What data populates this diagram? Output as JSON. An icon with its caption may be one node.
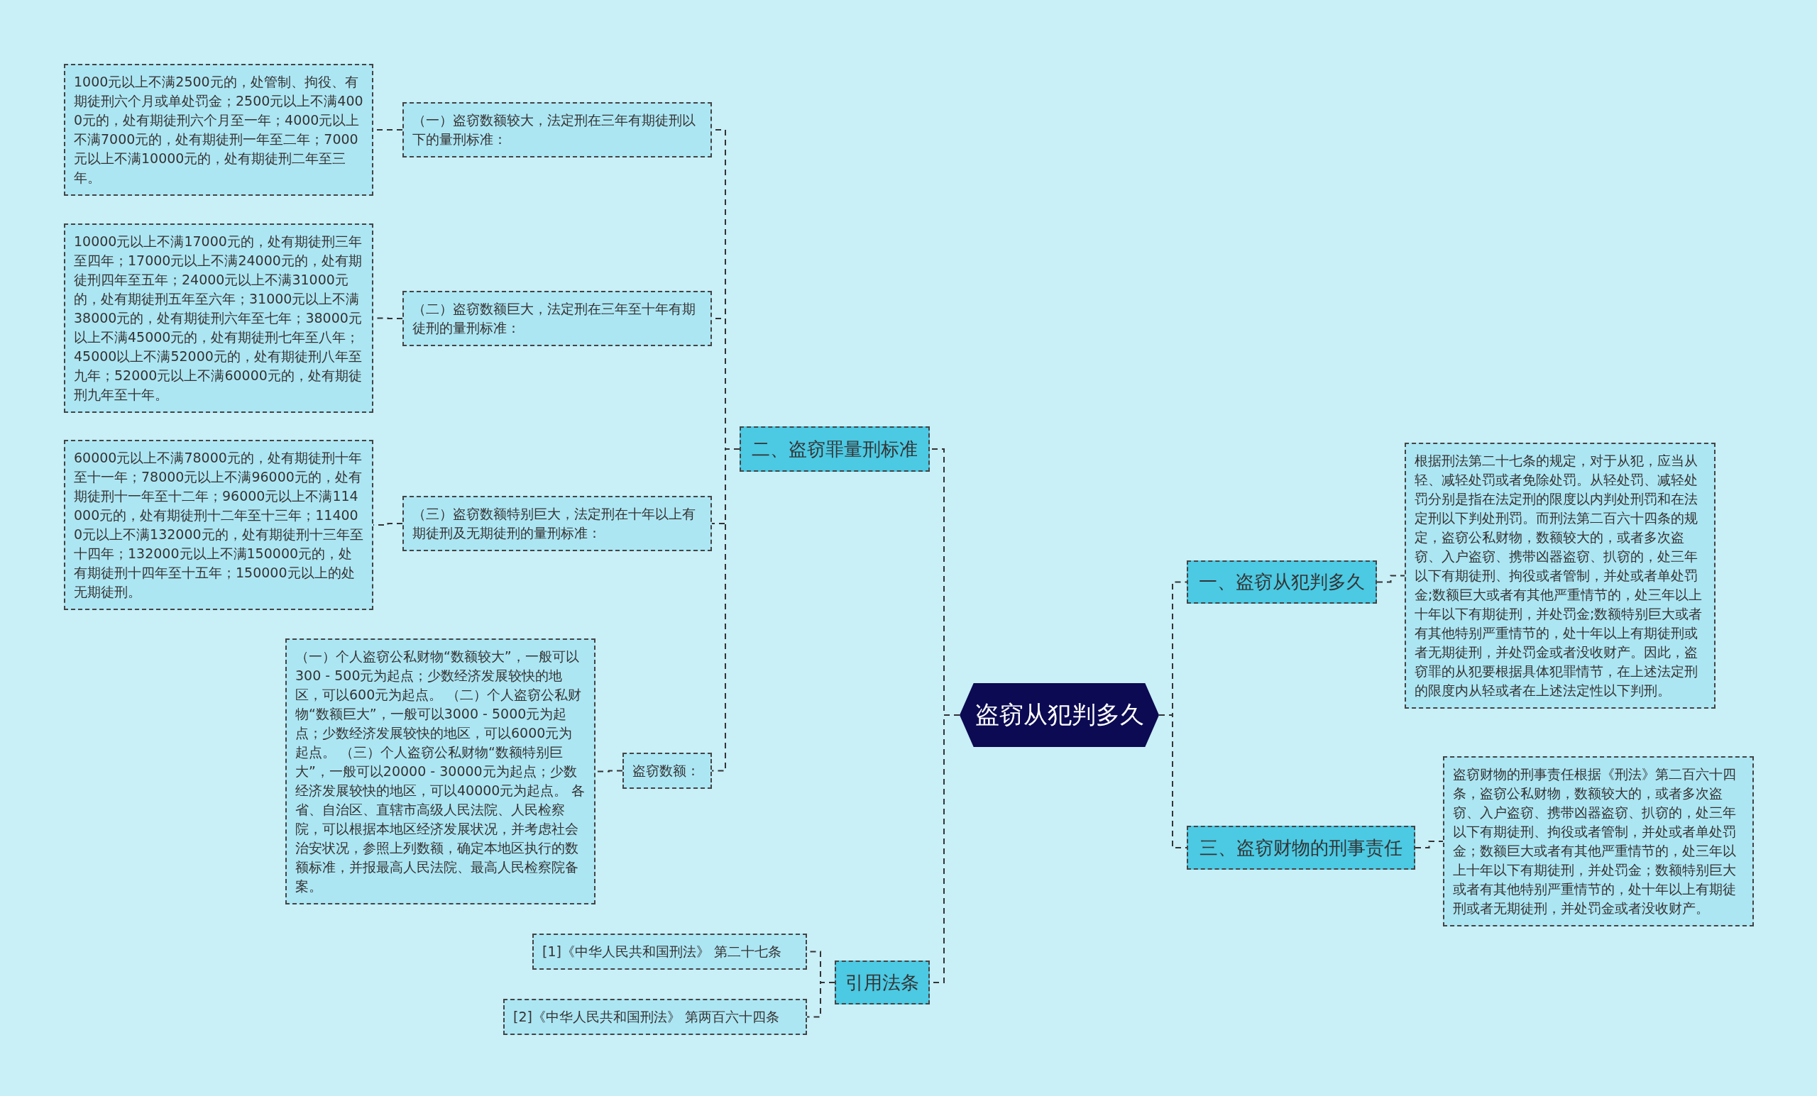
{
  "diagram": {
    "nodes": [
      {
        "text": [
          "盗窃从犯判多久"
        ]
      },
      {
        "text": [
          "二、盗窃罪量刑标准"
        ]
      },
      {
        "text": [
          "（一）盗窃数额较大，法定刑在三年有期徒刑以下的量刑标准："
        ]
      },
      {
        "text": [
          "1000元以上不满2500元的，处管制、拘役、有期徒刑六个月或单处罚金；2500元以上不满4000元的，处有期徒刑六个月至一年；4000元以上不满7000元的，处有期徒刑一年至二年；7000元以上不满10000元的，处有期徒刑二年至三年。"
        ]
      },
      {
        "text": [
          "（二）盗窃数额巨大，法定刑在三年至十年有期徒刑的量刑标准："
        ]
      },
      {
        "text": [
          "10000元以上不满17000元的，处有期徒刑三年至四年；17000元以上不满24000元的，处有期徒刑四年至五年；24000元以上不满31000元的，处有期徒刑五年至六年；31000元以上不满38000元的，处有期徒刑六年至七年；38000元以上不满45000元的，处有期徒刑七年至八年；45000以上不满52000元的，处有期徒刑八年至九年；52000元以上不满60000元的，处有期徒刑九年至十年。"
        ]
      },
      {
        "text": [
          "（三）盗窃数额特别巨大，法定刑在十年以上有期徒刑及无期徒刑的量刑标准："
        ]
      },
      {
        "text": [
          "60000元以上不满78000元的，处有期徒刑十年至十一年；78000元以上不满96000元的，处有期徒刑十一年至十二年；96000元以上不满114000元的，处有期徒刑十二年至十三年；114000元以上不满132000元的，处有期徒刑十三年至十四年；132000元以上不满150000元的，处有期徒刑十四年至十五年；150000元以上的处无期徒刑。"
        ]
      },
      {
        "text": [
          "盗窃数额："
        ]
      },
      {
        "text": [
          "（一）个人盗窃公私财物“数额较大”，一般可以300 - 500元为起点；少数经济发展较快的地区，可以600元为起点。 （二）个人盗窃公私财物“数额巨大”，一般可以3000 - 5000元为起点；少数经济发展较快的地区，可以6000元为起点。 （三）个人盗窃公私财物“数额特别巨大”，一般可以20000 - 30000元为起点；少数经济发展较快的地区，可以40000元为起点。 各省、自治区、直辖市高级人民法院、人民检察院，可以根据本地区经济发展状况，并考虑社会治安状况，参照上列数额，确定本地区执行的数额标准，并报最高人民法院、最高人民检察院备案。"
        ]
      },
      {
        "text": [
          "引用法条"
        ]
      },
      {
        "text": [
          "[1]《中华人民共和国刑法》 第二十七条"
        ]
      },
      {
        "text": [
          "[2]《中华人民共和国刑法》 第两百六十四条"
        ]
      },
      {
        "text": [
          "一、盗窃从犯判多久"
        ]
      },
      {
        "text": [
          "根据刑法第二十七条的规定，对于从犯，应当从轻、减轻处罚或者免除处罚。从轻处罚、减轻处罚分别是指在法定刑的限度以内判处刑罚和在法定刑以下判处刑罚。而刑法第二百六十四条的规定，盗窃公私财物，数额较大的，或者多次盗窃、入户盗窃、携带凶器盗窃、扒窃的，处三年以下有期徒刑、拘役或者管制，并处或者单处罚金;数额巨大或者有其他严重情节的，处三年以上十年以下有期徒刑，并处罚金;数额特别巨大或者有其他特别严重情节的，处十年以上有期徒刑或者无期徒刑，并处罚金或者没收财产。因此，盗窃罪的从犯要根据具体犯罪情节，在上述法定刑的限度内从轻或者在上述法定性以下判刑。"
        ]
      },
      {
        "text": [
          "三、盗窃财物的刑事责任"
        ]
      },
      {
        "text": [
          "盗窃财物的刑事责任根据《刑法》第二百六十四条，盗窃公私财物，数额较大的，或者多次盗窃、入户盗窃、携带凶器盗窃、扒窃的，处三年以下有期徒刑、拘役或者管制，并处或者单处罚金；数额巨大或者有其他严重情节的，处三年以上十年以下有期徒刑，并处罚金；数额特别巨大或者有其他特别严重情节的，处十年以上有期徒刑或者无期徒刑，并处罚金或者没收财产。"
        ]
      }
    ],
    "edges": [
      {
        "from": 0,
        "to": 1,
        "arrow": "none",
        "style": "dashed"
      },
      {
        "from": 1,
        "to": 2,
        "arrow": "none",
        "style": "dashed"
      },
      {
        "from": 2,
        "to": 3,
        "arrow": "none",
        "style": "dashed"
      },
      {
        "from": 1,
        "to": 4,
        "arrow": "none",
        "style": "dashed"
      },
      {
        "from": 4,
        "to": 5,
        "arrow": "none",
        "style": "dashed"
      },
      {
        "from": 1,
        "to": 6,
        "arrow": "none",
        "style": "dashed"
      },
      {
        "from": 6,
        "to": 7,
        "arrow": "none",
        "style": "dashed"
      },
      {
        "from": 1,
        "to": 8,
        "arrow": "none",
        "style": "dashed"
      },
      {
        "from": 8,
        "to": 9,
        "arrow": "none",
        "style": "dashed"
      },
      {
        "from": 0,
        "to": 10,
        "arrow": "none",
        "style": "dashed"
      },
      {
        "from": 10,
        "to": 11,
        "arrow": "none",
        "style": "dashed"
      },
      {
        "from": 10,
        "to": 12,
        "arrow": "none",
        "style": "dashed"
      },
      {
        "from": 0,
        "to": 13,
        "arrow": "none",
        "style": "dashed"
      },
      {
        "from": 13,
        "to": 14,
        "arrow": "none",
        "style": "dashed"
      },
      {
        "from": 0,
        "to": 15,
        "arrow": "none",
        "style": "dashed"
      },
      {
        "from": 15,
        "to": 16,
        "arrow": "none",
        "style": "dashed"
      }
    ]
  }
}
